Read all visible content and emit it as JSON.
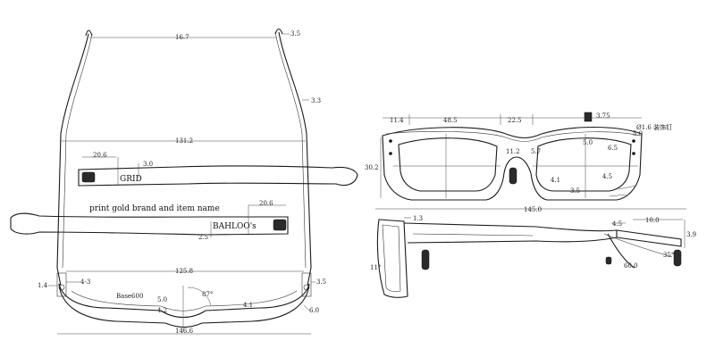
{
  "left_view": {
    "temple_spread": "16.7",
    "temple_tip_thickness": "3.5",
    "temple_side_thickness": "3.3",
    "temple_length": "131.2",
    "upper_arm": {
      "offset": "20.6",
      "depth": "3.0",
      "brand_text": "GRID"
    },
    "print_note": "print gold brand and item name",
    "lower_arm": {
      "offset": "20.6",
      "depth": "2.5",
      "brand_text": "BAHLOO's"
    },
    "front_width": "125.8",
    "hinge_left": "1.4",
    "hinge_left_angle": "4-3",
    "hinge_right": "3.5",
    "bridge_base": "Base600",
    "bridge_height_a": "5.0",
    "bridge_height_b": "4.2",
    "bridge_angle": "87°",
    "rim_thickness": "4.1",
    "end_thickness": "6.0",
    "total_width": "146.6"
  },
  "right_view": {
    "end_piece": "11.4",
    "lens_width": "48.5",
    "bridge": "22.5",
    "logo_size": "3.75",
    "rivet_note": "Ø1.6 装饰钉",
    "rivet_offset": "5.0",
    "lens_height": "30.2",
    "bridge_drop": "11.2",
    "inner_a": "5.0",
    "inner_b": "5.7",
    "inner_c": "6.5",
    "inner_d": "4.1",
    "inner_e": "4.5",
    "inner_f": "3.5",
    "side_thickness": "1.3",
    "side_length": "145.0",
    "tip_offset": "4.5",
    "tip_length": "10.0",
    "tip_thickness": "3.9",
    "front_angle": "11°",
    "tip_angle": "35°",
    "tip_radius": "60.0"
  }
}
